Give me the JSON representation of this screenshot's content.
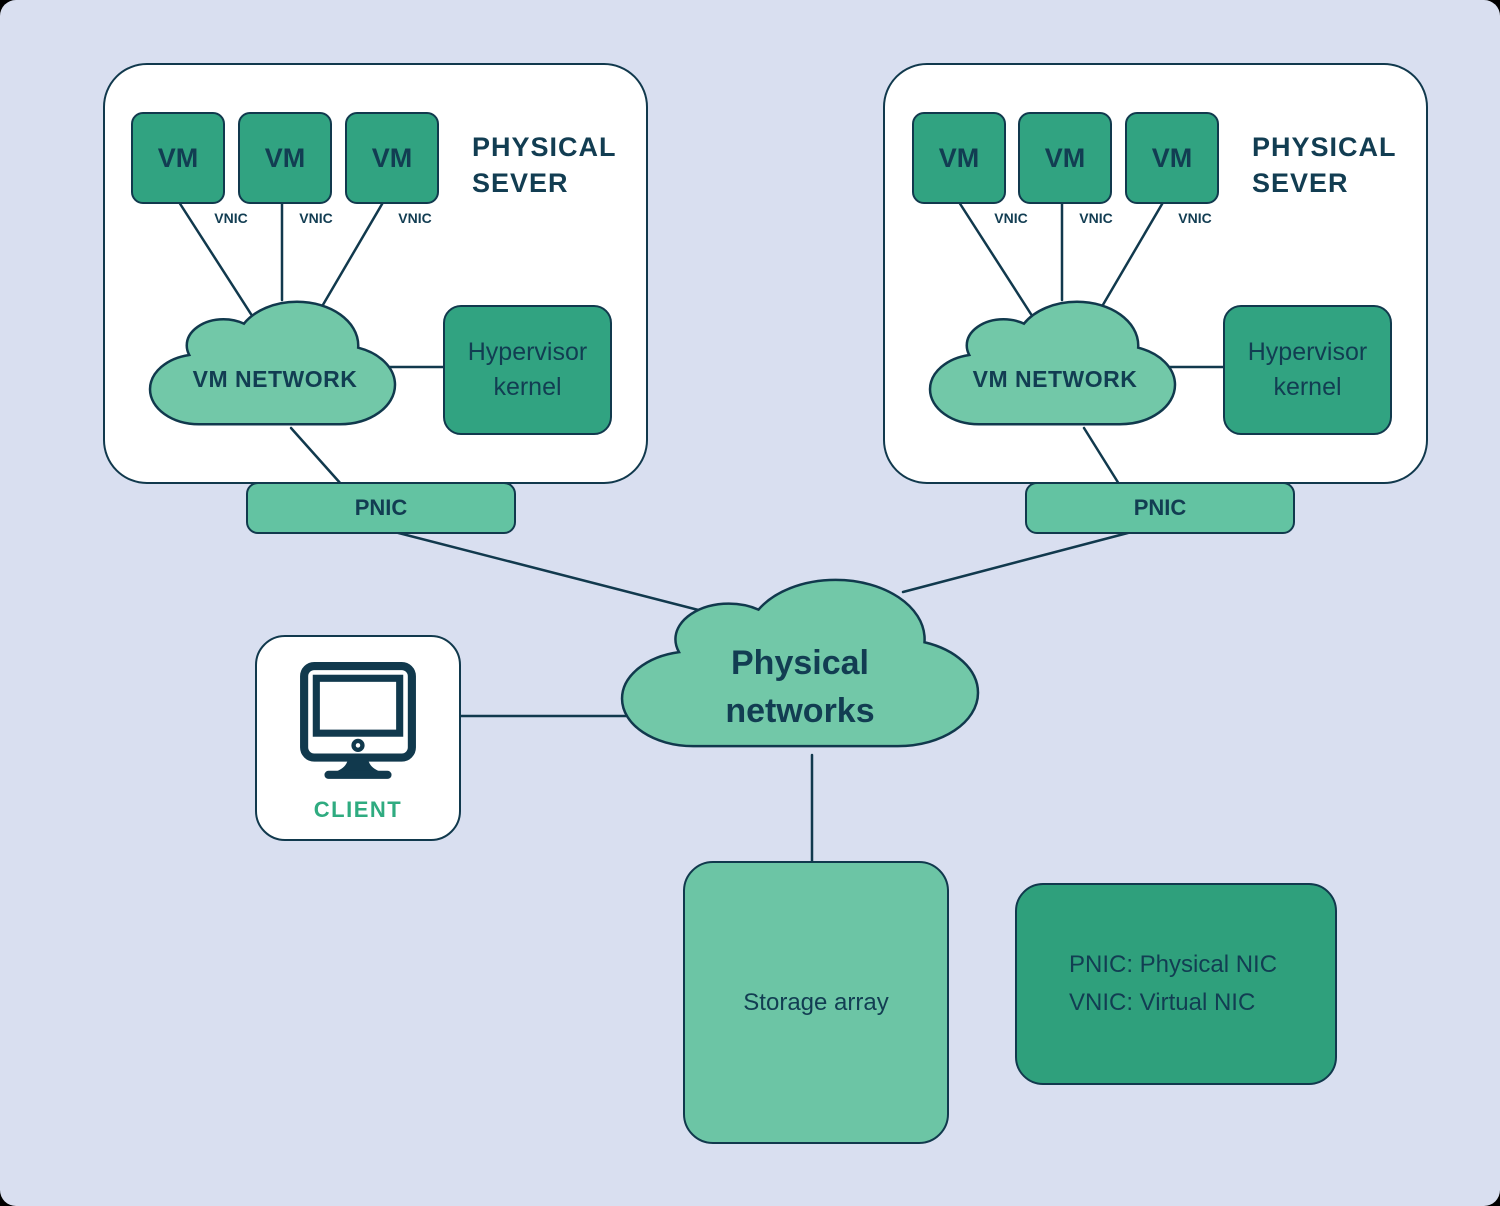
{
  "colors": {
    "background": "#d9dff0",
    "outline_navy": "#11394d",
    "text_navy": "#123d52",
    "dark_green": "#31a381",
    "mid_green": "#63c3a2",
    "light_green": "#6cc5a5",
    "cloud_green": "#72c8a8",
    "client_label_green": "#2fab80",
    "box_white": "#ffffff"
  },
  "servers": [
    {
      "title_line1": "PHYSICAL",
      "title_line2": "SEVER",
      "vms": [
        {
          "label": "VM"
        },
        {
          "label": "VM"
        },
        {
          "label": "VM"
        }
      ],
      "vnics": [
        {
          "label": "VNIC"
        },
        {
          "label": "VNIC"
        },
        {
          "label": "VNIC"
        }
      ],
      "network_label": "VM NETWORK",
      "hypervisor_line1": "Hypervisor",
      "hypervisor_line2": "kernel",
      "pnic_label": "PNIC"
    },
    {
      "title_line1": "PHYSICAL",
      "title_line2": "SEVER",
      "vms": [
        {
          "label": "VM"
        },
        {
          "label": "VM"
        },
        {
          "label": "VM"
        }
      ],
      "vnics": [
        {
          "label": "VNIC"
        },
        {
          "label": "VNIC"
        },
        {
          "label": "VNIC"
        }
      ],
      "network_label": "VM NETWORK",
      "hypervisor_line1": "Hypervisor",
      "hypervisor_line2": "kernel",
      "pnic_label": "PNIC"
    }
  ],
  "central_cloud": {
    "line1": "Physical",
    "line2": "networks"
  },
  "client": {
    "label": "CLIENT"
  },
  "storage": {
    "label": "Storage array"
  },
  "legend": {
    "line1": "PNIC: Physical NIC",
    "line2": "VNIC: Virtual NIC"
  }
}
